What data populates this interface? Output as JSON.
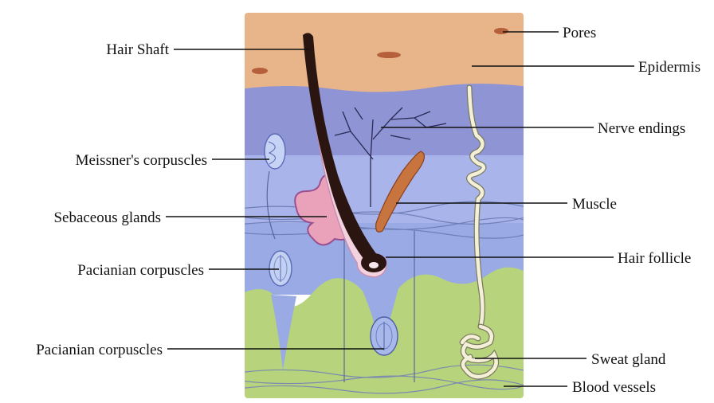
{
  "labels": {
    "hair_shaft": "Hair Shaft",
    "pores": "Pores",
    "epidermis": "Epidermis",
    "nerve_endings": "Nerve endings",
    "meissner": "Meissner's corpuscles",
    "muscle": "Muscle",
    "sebaceous": "Sebaceous glands",
    "hair_follicle": "Hair follicle",
    "pacinian_1": "Pacianian corpuscles",
    "pacinian_2": "Pacianian corpuscles",
    "sweat_gland": "Sweat gland",
    "blood_vessels": "Blood vessels"
  },
  "colors": {
    "epidermis": "#e8b48a",
    "dermis_upper": "#8f95d6",
    "dermis_mid": "#a6b2e8",
    "dermis_lower": "#98a8e2",
    "fat": "#b5d37a",
    "hair": "#2b1510",
    "muscle": "#c8743f",
    "gland": "#e8a0b8"
  }
}
